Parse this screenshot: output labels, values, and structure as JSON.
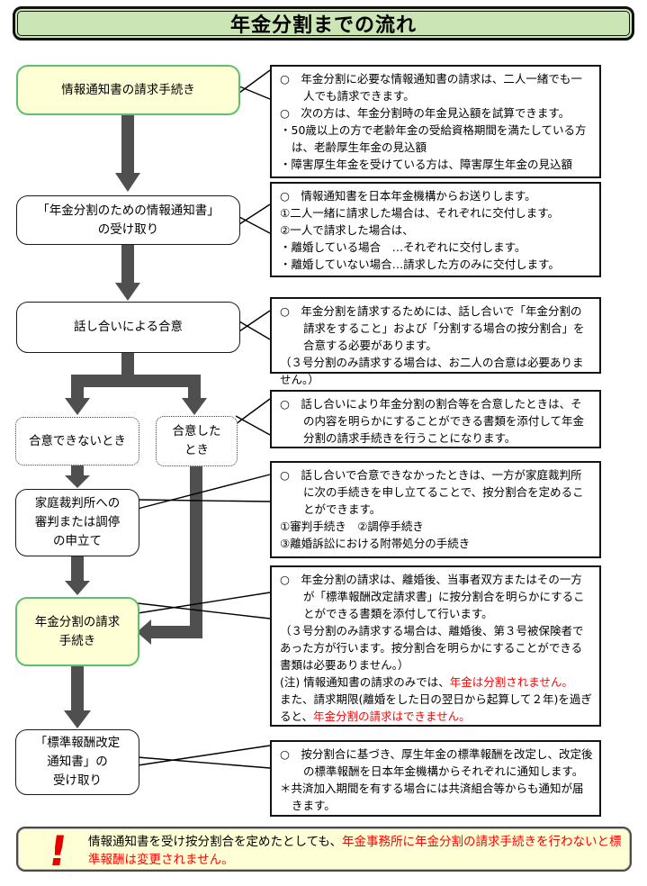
{
  "page": {
    "title": "年金分割までの流れ"
  },
  "flow": {
    "f1": "情報通知書の請求手続き",
    "f2": "「年金分割のための情報通知書」\nの受け取り",
    "f3": "話し合いによる合意",
    "f4": "合意できないとき",
    "f5": "合意した\nとき",
    "f6": "家庭裁判所への\n審判または調停\nの申立て",
    "f7": "年金分割の請求\n手続き",
    "f8": "「標準報酬改定\n通知書」の\n受け取り"
  },
  "explanations": {
    "e1": {
      "p1": "○　年金分割に必要な情報通知書の請求は、二人一緒でも一人でも請求できます。",
      "p2": "○　次の方は、年金分割時の年金見込額を試算できます。",
      "p3": "・50歳以上の方で老齢年金の受給資格期間を満たしている方は、老齢厚生年金の見込額",
      "p4": "・障害厚生年金を受けている方は、障害厚生年金の見込額"
    },
    "e2": {
      "p1": "○　情報通知書を日本年金機構からお送りします。",
      "p2": "①二人一緒に請求した場合は、それぞれに交付します。",
      "p3": "②一人で請求した場合は、",
      "p4": "・離婚している場合　…それぞれに交付します。",
      "p5": "・離婚していない場合…請求した方のみに交付します。"
    },
    "e3": {
      "p1": "○　年金分割を請求するためには、話し合いで「年金分割の請求をすること」および「分割する場合の按分割合」を合意する必要があります。",
      "p2": "（３号分割のみ請求する場合は、お二人の合意は必要ありません。）"
    },
    "e4": {
      "p1": "○　話し合いにより年金分割の割合等を合意したときは、その内容を明らかにすることができる書類を添付して年金分割の請求手続きを行うことになります。"
    },
    "e5": {
      "p1": "○　話し合いで合意できなかったときは、一方が家庭裁判所に次の手続きを申し立てることで、按分割合を定めることができます。",
      "p2": "①審判手続き　②調停手続き",
      "p3": "③離婚訴訟における附帯処分の手続き"
    },
    "e6": {
      "p1": "○　年金分割の請求は、離婚後、当事者双方またはその一方が「標準報酬改定請求書」に按分割合を明らかにすることができる書類を添付して行います。",
      "p2": "（３号分割のみ請求する場合は、離婚後、第３号被保険者であった方が行います。按分割合を明らかにすることができる書類は必要ありません。）",
      "n1_black": "(注) 情報通知書の請求のみでは、",
      "n1_red": "年金は分割されません。",
      "n2_black": "また、請求期限(離婚をした日の翌日から起算して２年)を過ぎると、",
      "n2_red": "年金分割の請求はできません。"
    },
    "e7": {
      "p1": "○　按分割合に基づき、厚生年金の標準報酬を改定し、改定後の標準報酬を日本年金機構からそれぞれに通知します。",
      "p2": "＊共済加入期間を有する場合には共済組合等からも通知が届きます。"
    }
  },
  "warning": {
    "icon": "!",
    "black": "情報通知書を受け按分割合を定めたとしても、",
    "red": "年金事務所に年金分割の請求手続きを行わないと標準報酬は変更されません。"
  },
  "colors": {
    "title_fill": "#cbe6b4",
    "highlight_fill": "#ffffd6",
    "highlight_border": "#5ec06e",
    "arrow_gray": "#4f4f4f",
    "red_text": "#ff0000"
  }
}
